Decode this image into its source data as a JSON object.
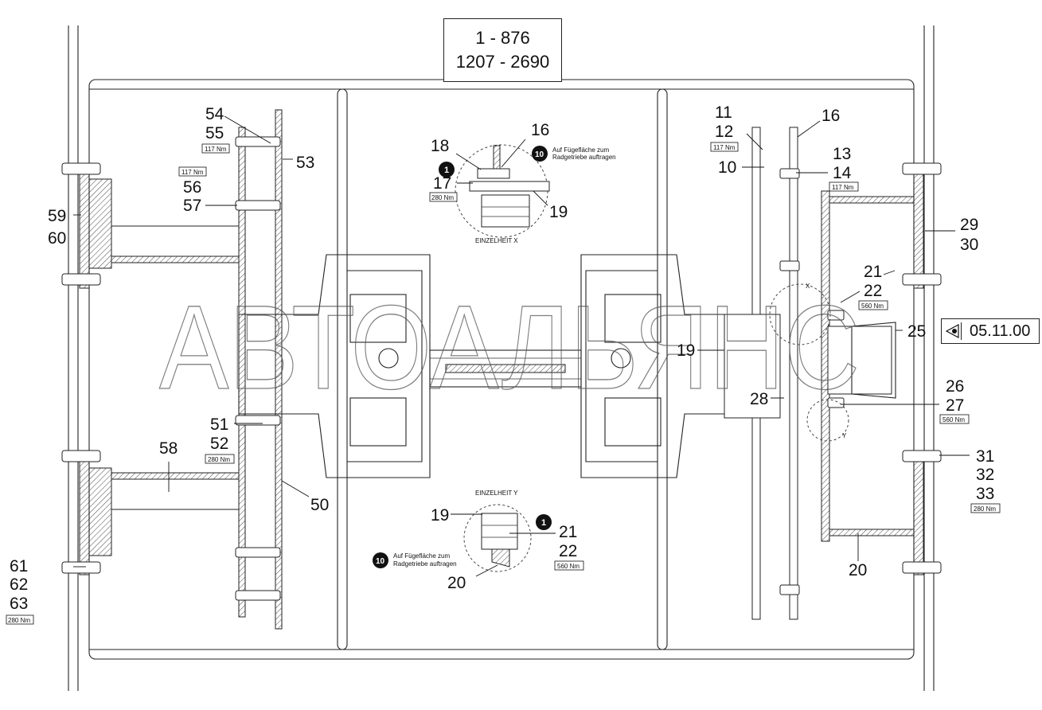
{
  "series_box": {
    "line1": "1 - 876",
    "line2": "1207 - 2690"
  },
  "reference": {
    "icon": "view-eye-icon",
    "label": "05.11.00"
  },
  "watermark": "АВТОАЛЬЯНС",
  "detail_x": {
    "title": "EINZELHEIT X",
    "note": [
      "Auf Fügefläche zum",
      "Radgetriebe auftragen"
    ],
    "marker_1": "1",
    "marker_10": "10",
    "torque": "280 Nm",
    "labels": {
      "p16": "16",
      "p18": "18",
      "p17": "17",
      "p19": "19"
    }
  },
  "detail_y": {
    "title": "EINZELHEIT Y",
    "note": [
      "Auf Fügefläche zum",
      "Radgetriebe auftragen"
    ],
    "marker_1": "1",
    "marker_10": "10",
    "torque": "560 Nm",
    "labels": {
      "p19": "19",
      "p21": "21",
      "p22": "22",
      "p20": "20"
    }
  },
  "left_labels": {
    "p54": "54",
    "p55": "55",
    "t55": "117 Nm",
    "p53": "53",
    "t56": "117 Nm",
    "p56": "56",
    "p57": "57",
    "p59": "59",
    "p60": "60",
    "p51": "51",
    "p52": "52",
    "t52": "280 Nm",
    "p58": "58",
    "p50": "50",
    "p61": "61",
    "p62": "62",
    "p63": "63",
    "t63": "280 Nm"
  },
  "right_labels": {
    "p11": "11",
    "p12": "12",
    "t12": "117 Nm",
    "p16": "16",
    "p10": "10",
    "p13": "13",
    "p14": "14",
    "t14": "117 Nm",
    "p29": "29",
    "p30": "30",
    "p21": "21",
    "p22": "22",
    "t22": "560 Nm",
    "p25": "25",
    "p19": "19",
    "p28": "28",
    "p26": "26",
    "p27": "27",
    "t27": "560 Nm",
    "p31": "31",
    "p32": "32",
    "p33": "33",
    "t33": "280 Nm",
    "p20": "20",
    "x_mark": "X",
    "y_mark": "Y"
  }
}
